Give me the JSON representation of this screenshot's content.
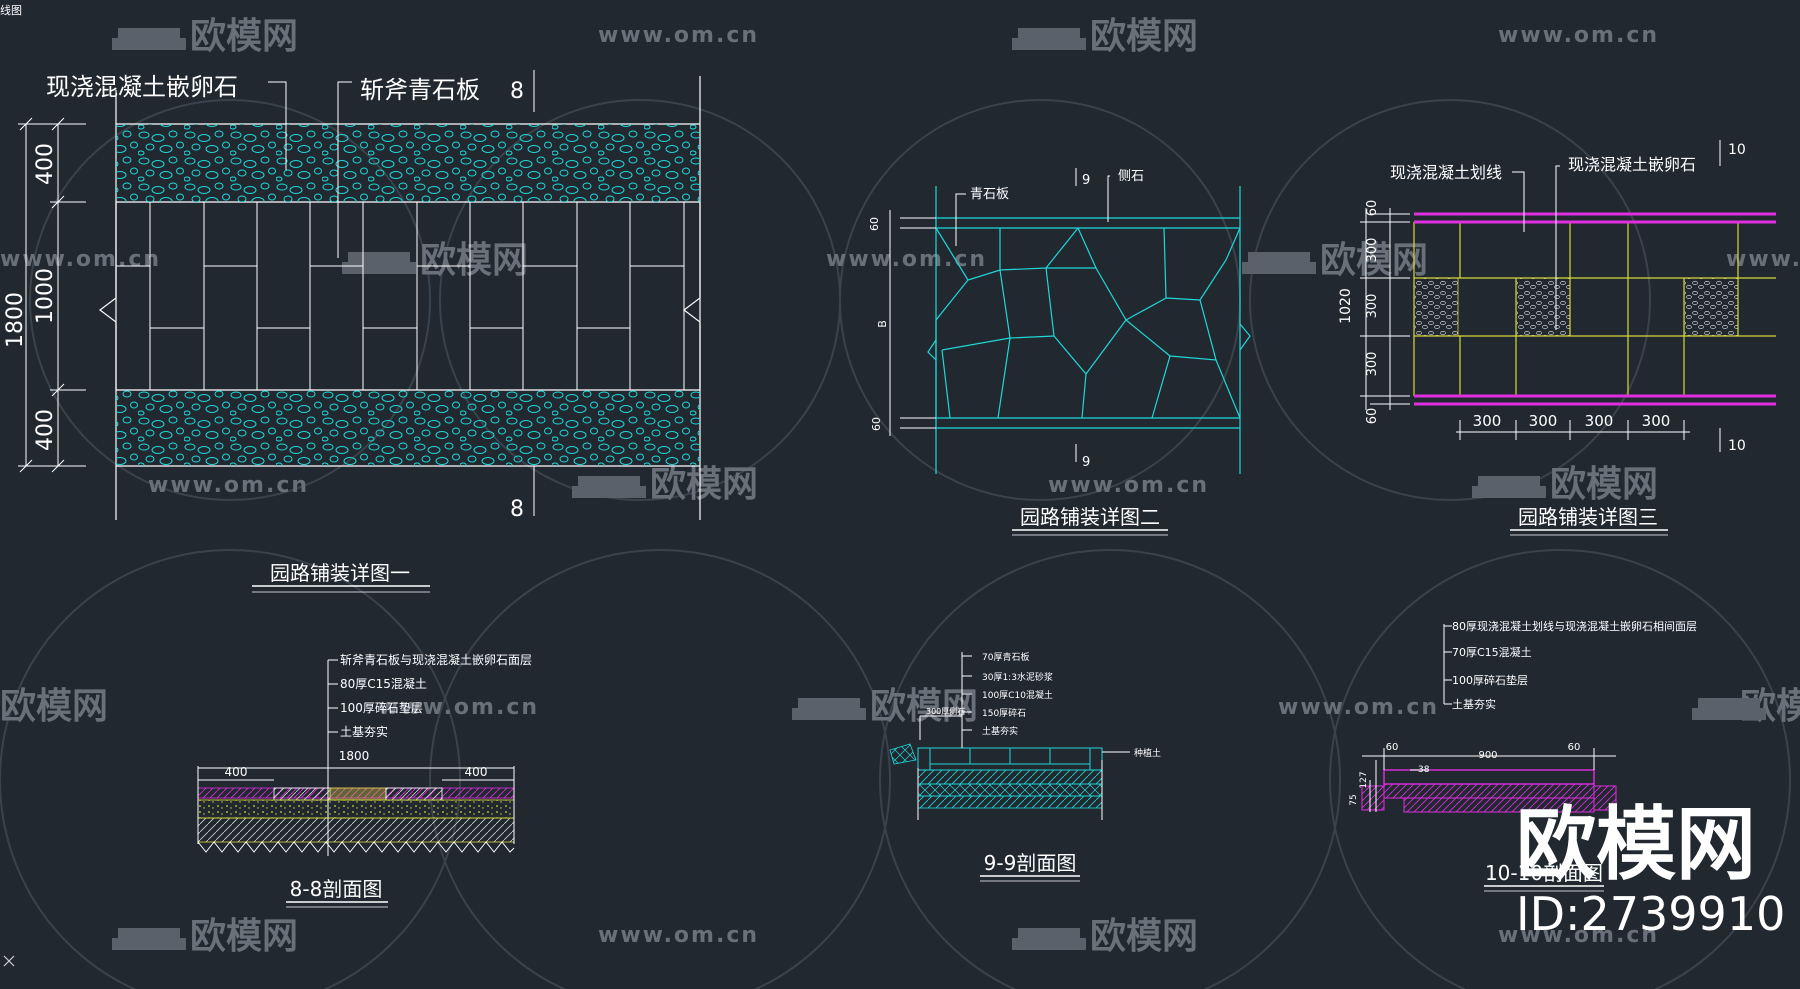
{
  "window": {
    "corner_label": "线图"
  },
  "watermark": {
    "brand": "欧模网",
    "url": "www.om.cn",
    "big_brand": "欧模网",
    "id_text": "ID:2739910"
  },
  "drawing1": {
    "title": "园路铺装详图一",
    "label_pebble": "现浇混凝土嵌卵石",
    "label_stone": "斩斧青石板",
    "section_mark_top": "8",
    "section_mark_bottom": "8",
    "dim_total": "1800",
    "dim_mid": "1000",
    "dim_top": "400",
    "dim_bottom": "400"
  },
  "drawing2": {
    "title": "园路铺装详图二",
    "label_plate": "青石板",
    "label_curb": "侧石",
    "section_top": "9",
    "section_bottom": "9",
    "dim_top": "60",
    "dim_mid": "B",
    "dim_bottom": "60"
  },
  "drawing3": {
    "title": "园路铺装详图三",
    "label_line": "现浇混凝土划线",
    "label_pebble": "现浇混凝土嵌卵石",
    "section_top": "10",
    "section_bottom": "10",
    "dim_total": "1020",
    "dim_rows": [
      "60",
      "300",
      "300",
      "300",
      "60"
    ],
    "dim_cols": [
      "300",
      "300",
      "300",
      "300"
    ]
  },
  "section8": {
    "title": "8-8剖面图",
    "layers": [
      "斩斧青石板与现浇混凝土嵌卵石面层",
      "80厚C15混凝土",
      "100厚碎石垫层",
      "土基夯实"
    ],
    "dim_total": "1800",
    "dim_left": "400",
    "dim_right": "400"
  },
  "section9": {
    "title": "9-9剖面图",
    "layers": [
      "70厚青石板",
      "30厚1:3水泥砂浆",
      "100厚C10混凝土",
      "150厚碎石",
      "土基夯实"
    ],
    "curb_label": "300厚侧石",
    "soil_label": "种植土"
  },
  "section10": {
    "title": "10-10剖面图",
    "layers": [
      "80厚现浇混凝土划线与现浇混凝土嵌卵石相间面层",
      "70厚C15混凝土",
      "100厚碎石垫层",
      "土基夯实"
    ],
    "dim_left": "60",
    "dim_mid": "900",
    "dim_right": "60",
    "dim_small": "38",
    "dim_h1": "75",
    "dim_h2": "127"
  },
  "colors": {
    "background": "#212830",
    "line": "#ffffff",
    "cyan": "#1fd8d8",
    "magenta": "#e02ee0",
    "yellow": "#d8d83a"
  },
  "icons": {
    "close": "close-icon"
  }
}
